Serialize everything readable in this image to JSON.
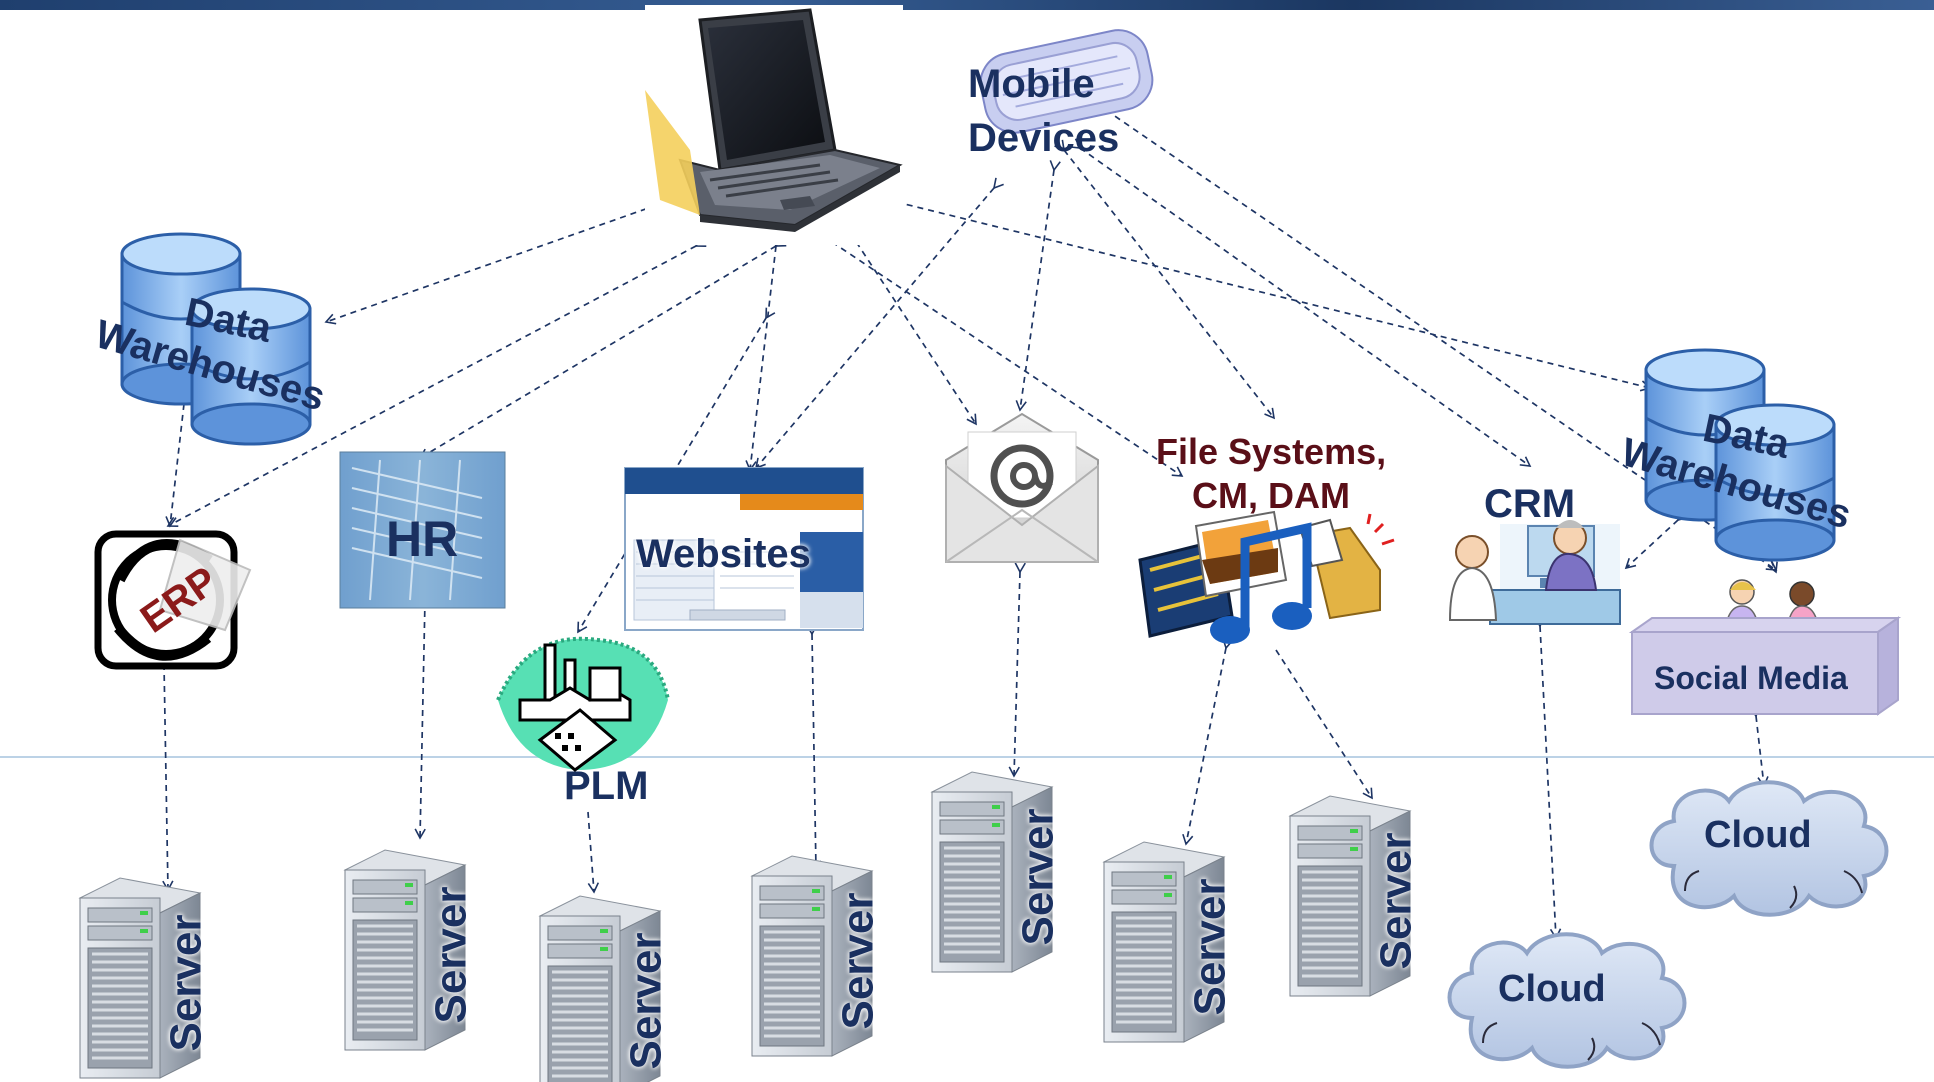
{
  "nodes": {
    "mobile": "Mobile Devices",
    "mobile_line1": "Mobile",
    "mobile_line2": "Devices",
    "dw_left_line1": "Data",
    "dw_left_line2": "Warehouses",
    "dw_right_line1": "Data",
    "dw_right_line2": "Warehouses",
    "erp": "ERP",
    "hr": "HR",
    "websites": "Websites",
    "plm": "PLM",
    "file_systems_line1": "File Systems,",
    "file_systems_line2": "CM, DAM",
    "crm": "CRM",
    "social_media": "Social Media",
    "cloud_1": "Cloud",
    "cloud_2": "Cloud",
    "server": "Server"
  },
  "colors": {
    "label": "#1a3060",
    "file_systems_label": "#5a0f18",
    "connector": "#1e3564",
    "db": "#7fb0ea",
    "cloud": "#bfcfe8"
  }
}
